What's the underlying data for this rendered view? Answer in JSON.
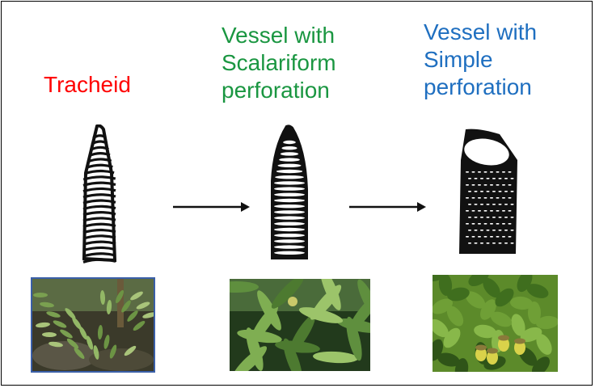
{
  "labels": {
    "tracheid": "Tracheid",
    "scalariform": "Vessel with\nScalariform\nperforation",
    "simple": "Vessel with\nSimple\nperforation"
  },
  "colors": {
    "tracheid": "#ff0000",
    "scalariform": "#1a9641",
    "simple": "#1f6fc0",
    "ink": "#111111"
  },
  "icons": {
    "tracheid_cell": "tracheid-drawing-icon",
    "scalariform_cell": "scalariform-vessel-drawing-icon",
    "simple_cell": "simple-vessel-drawing-icon",
    "arrow": "right-arrow-icon"
  }
}
